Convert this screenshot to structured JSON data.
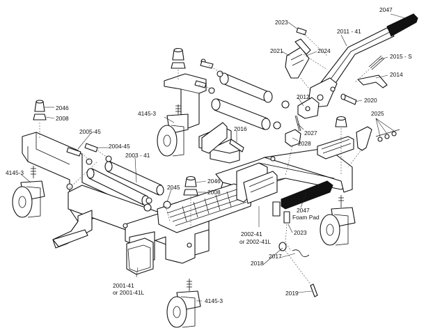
{
  "diagram": {
    "labels": [
      {
        "id": "p2047-top",
        "text": "2047"
      },
      {
        "id": "p2023-top",
        "text": "2023"
      },
      {
        "id": "p2011",
        "text": "2011 - 41"
      },
      {
        "id": "p2021",
        "text": "2021"
      },
      {
        "id": "p2024",
        "text": "2024"
      },
      {
        "id": "p2015",
        "text": "2015 - S"
      },
      {
        "id": "p2014",
        "text": "2014"
      },
      {
        "id": "p2012",
        "text": "2012"
      },
      {
        "id": "p2020",
        "text": "2020"
      },
      {
        "id": "p2025",
        "text": "2025"
      },
      {
        "id": "p2027",
        "text": "2027"
      },
      {
        "id": "p2028",
        "text": "2028"
      },
      {
        "id": "p2016",
        "text": "2016"
      },
      {
        "id": "p4145-upper",
        "text": "4145-3"
      },
      {
        "id": "p2046-left",
        "text": "2046"
      },
      {
        "id": "p2008-left",
        "text": "2008"
      },
      {
        "id": "p2005",
        "text": "2005-45"
      },
      {
        "id": "p2004",
        "text": "2004-45"
      },
      {
        "id": "p2003",
        "text": "2003 - 41"
      },
      {
        "id": "p4145-left",
        "text": "4145-3"
      },
      {
        "id": "p2045",
        "text": "2045"
      },
      {
        "id": "p2046-mid",
        "text": "2046"
      },
      {
        "id": "p2008-mid",
        "text": "2008"
      },
      {
        "id": "p2047-foam",
        "text": "2047"
      },
      {
        "id": "p2047-foam-sub",
        "text": "Foam Pad"
      },
      {
        "id": "p2023-low",
        "text": "2023"
      },
      {
        "id": "p2002",
        "text": "2002-41"
      },
      {
        "id": "p2002-alt",
        "text": "or 2002-41L"
      },
      {
        "id": "p2017",
        "text": "2017"
      },
      {
        "id": "p2018",
        "text": "2018"
      },
      {
        "id": "p2019",
        "text": "2019"
      },
      {
        "id": "p2001",
        "text": "2001-41"
      },
      {
        "id": "p2001-alt",
        "text": "or 2001-41L"
      },
      {
        "id": "p4145-bottom",
        "text": "4145-3"
      }
    ]
  }
}
